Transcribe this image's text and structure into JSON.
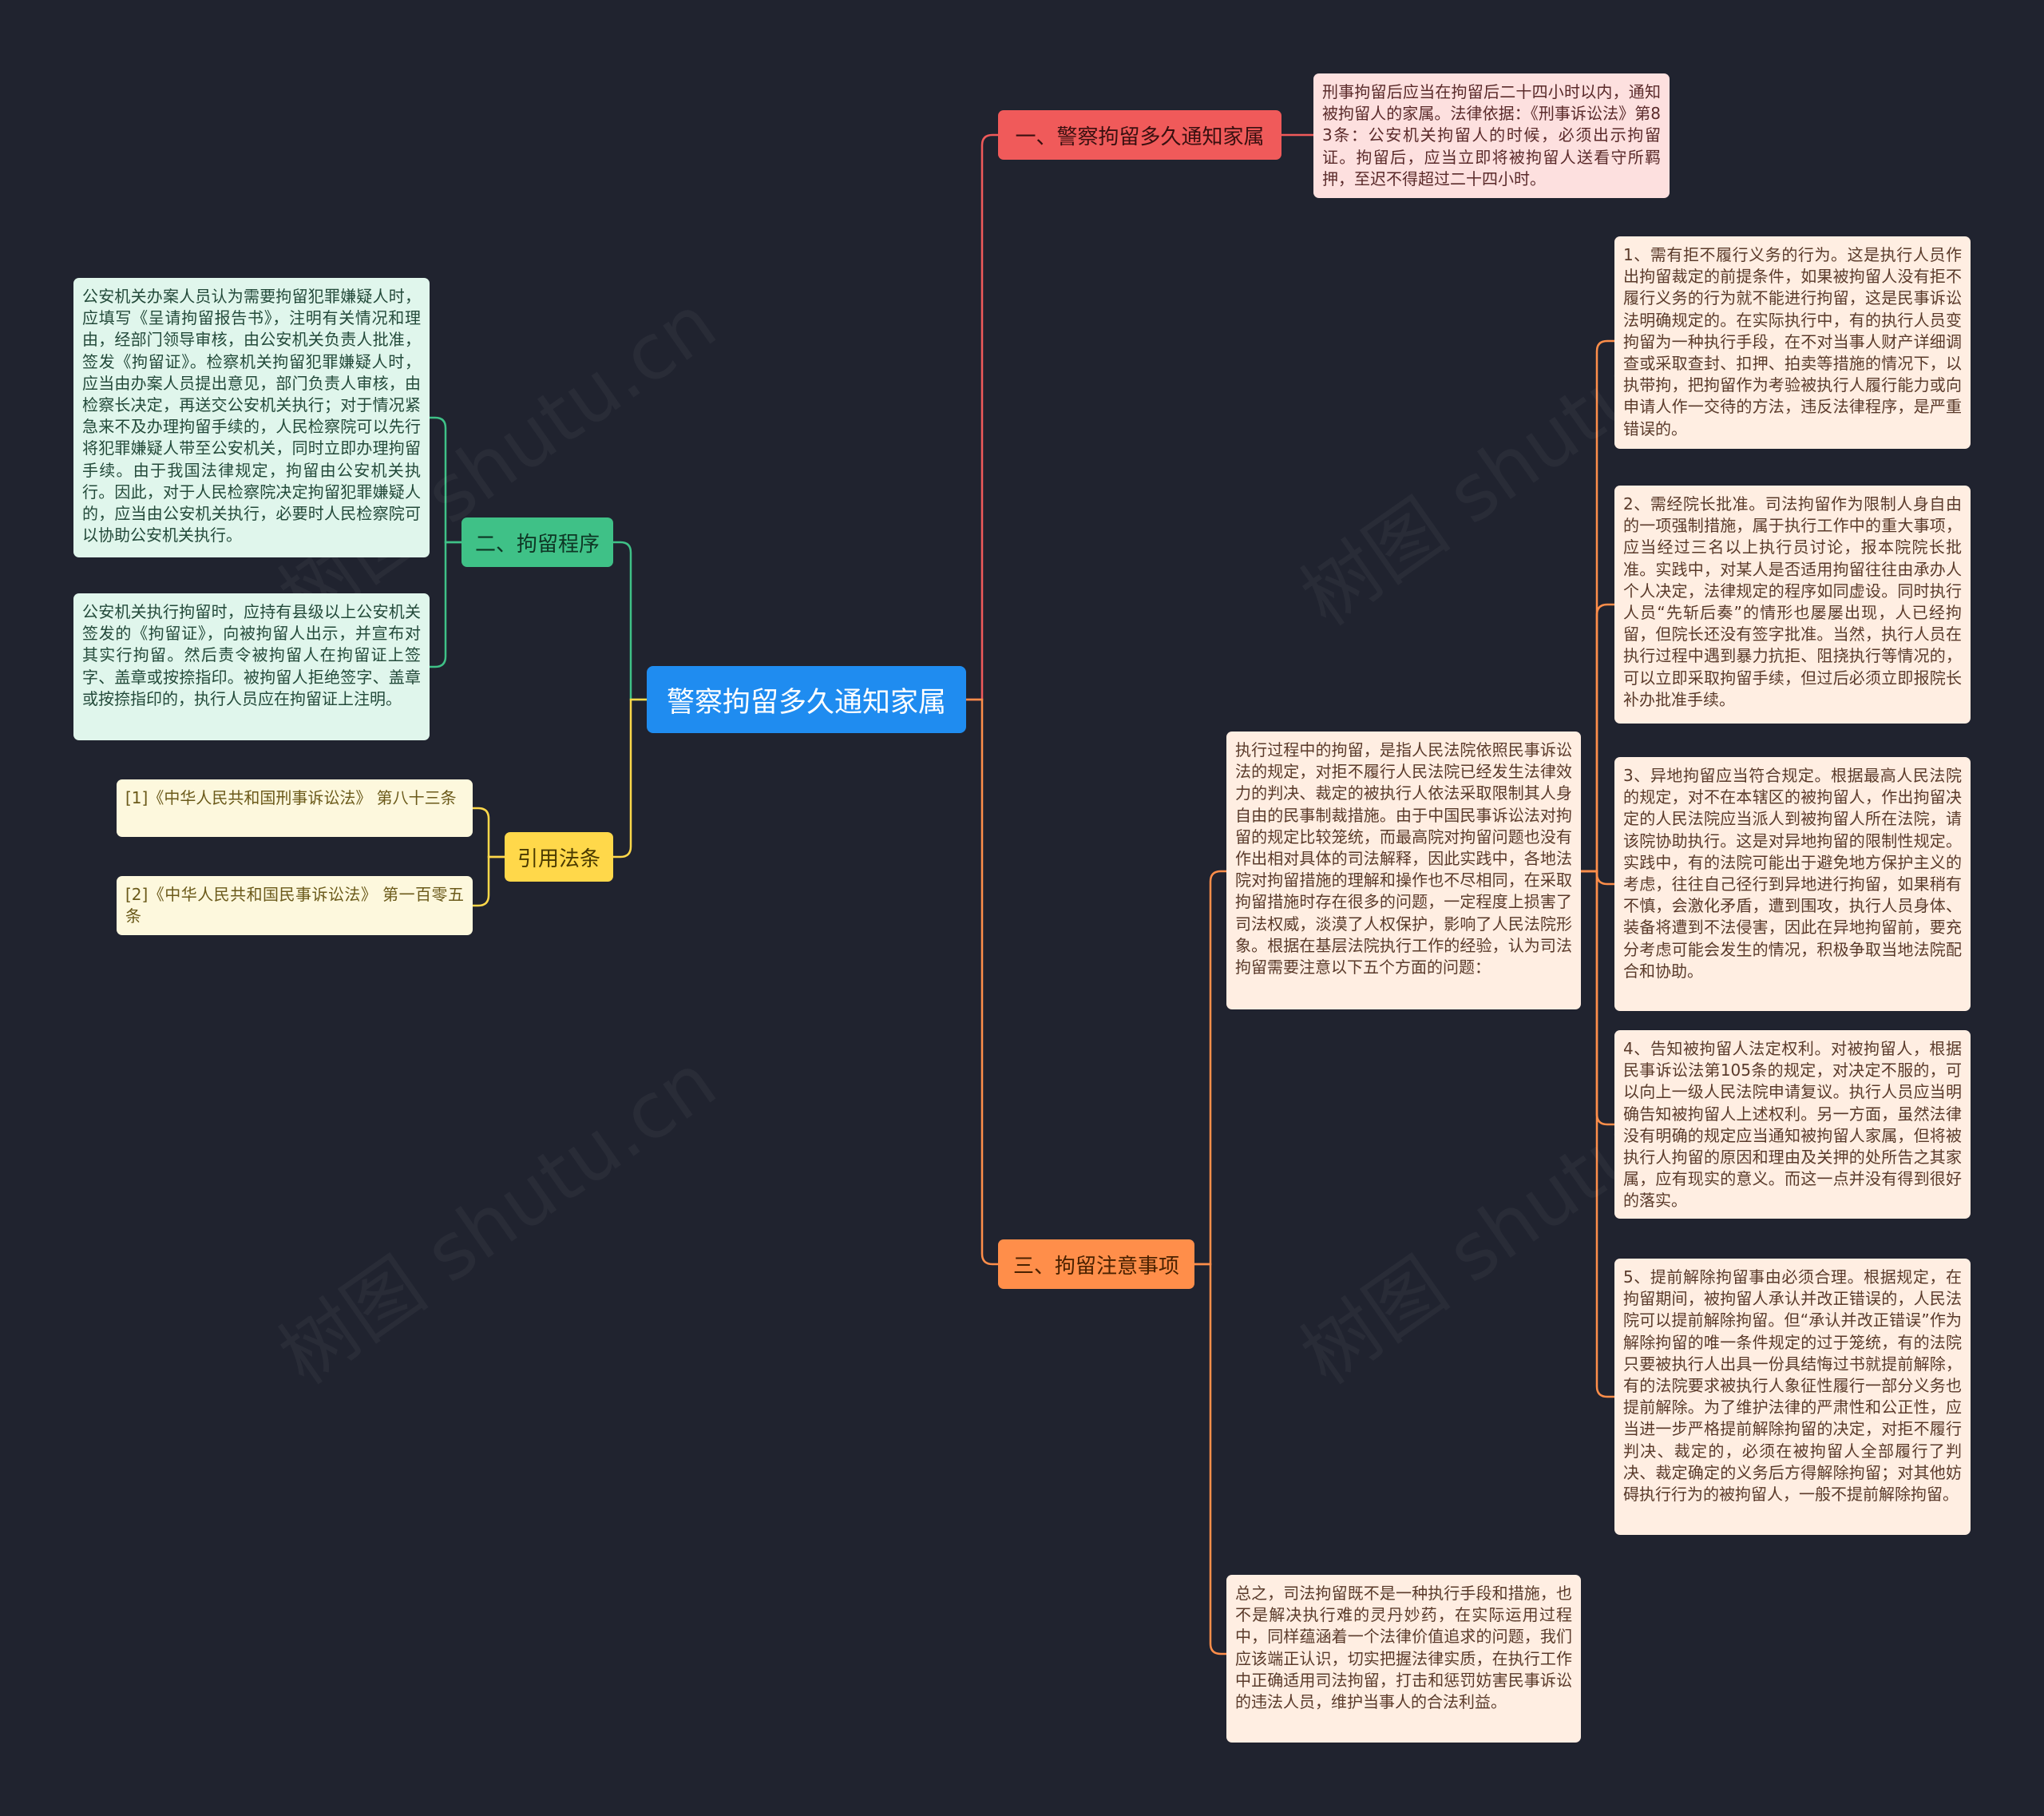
{
  "root": {
    "label": "警察拘留多久通知家属"
  },
  "watermark": "树图 shutu.cn",
  "branches": {
    "notify": {
      "label": "一、警察拘留多久通知家属",
      "text": "刑事拘留后应当在拘留后二十四小时以内，通知被拘留人的家属。法律依据：《刑事诉讼法》第83条：公安机关拘留人的时候，必须出示拘留证。拘留后，应当立即将被拘留人送看守所羁押，至迟不得超过二十四小时。"
    },
    "procedure": {
      "label": "二、拘留程序",
      "items": [
        "公安机关办案人员认为需要拘留犯罪嫌疑人时，应填写《呈请拘留报告书》，注明有关情况和理由，经部门领导审核，由公安机关负责人批准，签发《拘留证》。检察机关拘留犯罪嫌疑人时，应当由办案人员提出意见，部门负责人审核，由检察长决定，再送交公安机关执行；对于情况紧急来不及办理拘留手续的，人民检察院可以先行将犯罪嫌疑人带至公安机关，同时立即办理拘留手续。由于我国法律规定，拘留由公安机关执行。因此，对于人民检察院决定拘留犯罪嫌疑人的，应当由公安机关执行，必要时人民检察院可以协助公安机关执行。",
        "公安机关执行拘留时，应持有县级以上公安机关签发的《拘留证》，向被拘留人出示，并宣布对其实行拘留。然后责令被拘留人在拘留证上签字、盖章或按捺指印。被拘留人拒绝签字、盖章或按捺指印的，执行人员应在拘留证上注明。"
      ]
    },
    "citations": {
      "label": "引用法条",
      "items": [
        "[1]《中华人民共和国刑事诉讼法》 第八十三条",
        "[2]《中华人民共和国民事诉讼法》 第一百零五条"
      ]
    },
    "notes": {
      "label": "三、拘留注意事项",
      "intro": "执行过程中的拘留，是指人民法院依照民事诉讼法的规定，对拒不履行人民法院已经发生法律效力的判决、裁定的被执行人依法采取限制其人身自由的民事制裁措施。由于中国民事诉讼法对拘留的规定比较笼统，而最高院对拘留问题也没有作出相对具体的司法解释，因此实践中，各地法院对拘留措施的理解和操作也不尽相同，在采取拘留措施时存在很多的问题，一定程度上损害了司法权威，淡漠了人权保护，影响了人民法院形象。根据在基层法院执行工作的经验，认为司法拘留需要注意以下五个方面的问题：",
      "points": [
        "1、需有拒不履行义务的行为。这是执行人员作出拘留裁定的前提条件，如果被拘留人没有拒不履行义务的行为就不能进行拘留，这是民事诉讼法明确规定的。在实际执行中，有的执行人员变拘留为一种执行手段，在不对当事人财产详细调查或采取查封、扣押、拍卖等措施的情况下，以执带拘，把拘留作为考验被执行人履行能力或向申请人作一交待的方法，违反法律程序，是严重错误的。",
        "2、需经院长批准。司法拘留作为限制人身自由的一项强制措施，属于执行工作中的重大事项，应当经过三名以上执行员讨论，报本院院长批准。实践中，对某人是否适用拘留往往由承办人个人决定，法律规定的程序如同虚设。同时执行人员“先斩后奏”的情形也屡屡出现，人已经拘留，但院长还没有签字批准。当然，执行人员在执行过程中遇到暴力抗拒、阻挠执行等情况的，可以立即采取拘留手续，但过后必须立即报院长补办批准手续。",
        "3、异地拘留应当符合规定。根据最高人民法院的规定，对不在本辖区的被拘留人，作出拘留决定的人民法院应当派人到被拘留人所在法院，请该院协助执行。这是对异地拘留的限制性规定。实践中，有的法院可能出于避免地方保护主义的考虑，往往自己径行到异地进行拘留，如果稍有不慎，会激化矛盾，遭到围攻，执行人员身体、装备将遭到不法侵害，因此在异地拘留前，要充分考虑可能会发生的情况，积极争取当地法院配合和协助。",
        "4、告知被拘留人法定权利。对被拘留人，根据民事诉讼法第105条的规定，对决定不服的，可以向上一级人民法院申请复议。执行人员应当明确告知被拘留人上述权利。另一方面，虽然法律没有明确的规定应当通知被拘留人家属，但将被执行人拘留的原因和理由及关押的处所告之其家属，应有现实的意义。而这一点并没有得到很好的落实。",
        "5、提前解除拘留事由必须合理。根据规定，在拘留期间，被拘留人承认并改正错误的，人民法院可以提前解除拘留。但“承认并改正错误”作为解除拘留的唯一条件规定的过于笼统，有的法院只要被执行人出具一份具结悔过书就提前解除，有的法院要求被执行人象征性履行一部分义务也提前解除。为了维护法律的严肃性和公正性，应当进一步严格提前解除拘留的决定，对拒不履行判决、裁定的，必须在被拘留人全部履行了判决、裁定确定的义务后方得解除拘留；对其他妨碍执行行为的被拘留人，一般不提前解除拘留。"
      ],
      "summary": "总之，司法拘留既不是一种执行手段和措施，也不是解决执行难的灵丹妙药，在实际运用过程中，同样蕴涵着一个法律价值追求的问题，我们应该端正认识，切实把握法律实质，在执行工作中正确适用司法拘留，打击和惩罚妨害民事诉讼的违法人员，维护当事人的合法利益。"
    }
  },
  "colors": {
    "background": "#20232f",
    "root": "#1f8cf0",
    "red": "#f05a5a",
    "green": "#3fc187",
    "yellow": "#ffd84a",
    "orange": "#ff8e4a"
  }
}
